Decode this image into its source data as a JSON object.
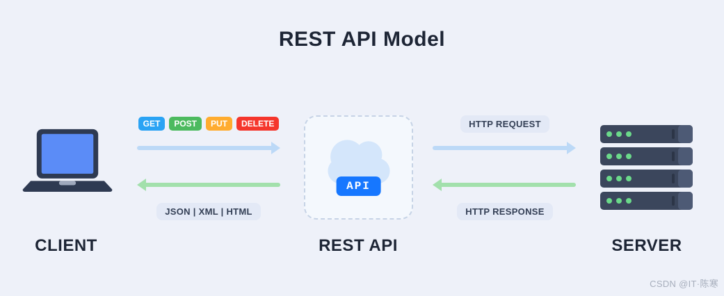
{
  "title": "REST API Model",
  "nodes": {
    "client": {
      "label": "CLIENT"
    },
    "rest_api": {
      "label": "REST API",
      "badge": "API"
    },
    "server": {
      "label": "SERVER"
    }
  },
  "flows": {
    "methods": [
      {
        "label": "GET",
        "color": "#2aa3f4"
      },
      {
        "label": "POST",
        "color": "#4cba5f"
      },
      {
        "label": "PUT",
        "color": "#ffac2f"
      },
      {
        "label": "DELETE",
        "color": "#f5362c"
      }
    ],
    "client_response": "JSON | XML | HTML",
    "http_request": "HTTP REQUEST",
    "http_response": "HTTP RESPONSE"
  },
  "colors": {
    "background": "#eef1f9",
    "arrow_request": "#bcd9f7",
    "arrow_response": "#a2e0ac",
    "pill_bg": "#e3e9f6",
    "api_button": "#1677ff",
    "text": "#1d2535"
  },
  "watermark": "CSDN @IT·陈寒"
}
